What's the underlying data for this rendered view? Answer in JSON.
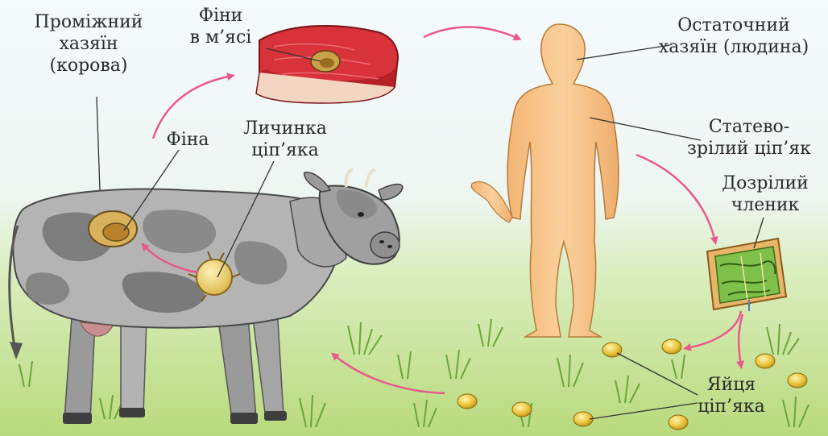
{
  "labels": {
    "intermediate_host": [
      "Проміжний",
      "хазяїн",
      "(корова)"
    ],
    "cysts_in_meat": [
      "Фіни",
      "в м’ясі"
    ],
    "cyst": "Фіна",
    "tapeworm_larva": [
      "Личинка",
      "ціп’яка"
    ],
    "definitive_host": [
      "Остаточний",
      "хазяїн (людина)"
    ],
    "mature_tapeworm": [
      "Статево-",
      "зрілий ціп’як"
    ],
    "mature_segment": [
      "Дозрілий",
      "членик"
    ],
    "tapeworm_eggs": [
      "Яйця",
      "ціп’яка"
    ]
  },
  "colors": {
    "sky": "#eef6fb",
    "grass": "#c4e08a",
    "arrow": "#e85a8c",
    "meat": "#d8323a",
    "human": "#f6c389",
    "cow_body": "#a9a9a9",
    "egg": "#e9c43a",
    "leader_line": "#333333"
  }
}
